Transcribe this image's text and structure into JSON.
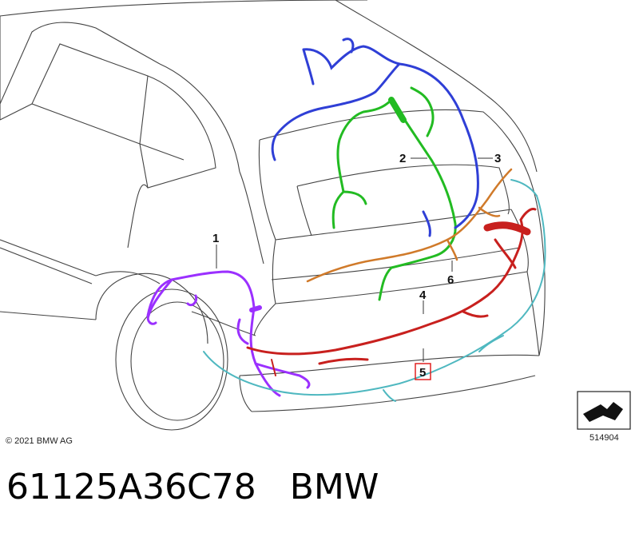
{
  "diagram": {
    "callouts": [
      {
        "id": "1",
        "label": "1",
        "color": "#9b30ff"
      },
      {
        "id": "2",
        "label": "2",
        "color": "#22bb22"
      },
      {
        "id": "3",
        "label": "3",
        "color": "#2f3fd6"
      },
      {
        "id": "4",
        "label": "4",
        "color": "#c8201e"
      },
      {
        "id": "5",
        "label": "5",
        "color": "#4fb8c0",
        "highlighted": true
      },
      {
        "id": "6",
        "label": "6",
        "color": "#d07a2a"
      }
    ],
    "highlight_color": "#e02020",
    "copyright": "© 2021 BMW AG",
    "image_number": "514904",
    "view_icon": "vehicle-orientation-icon"
  },
  "footer": {
    "part_number": "61125A36C78",
    "brand": "BMW"
  }
}
